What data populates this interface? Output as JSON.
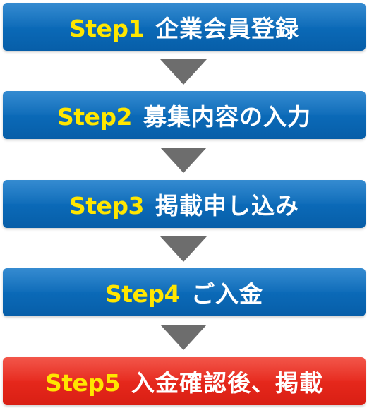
{
  "steps": [
    {
      "number": "Step1",
      "title": "企業会員登録",
      "bg": "#0b6ab8",
      "num_color": "#ffe600"
    },
    {
      "number": "Step2",
      "title": "募集内容の入力",
      "bg": "#0b6ab8",
      "num_color": "#ffe600"
    },
    {
      "number": "Step3",
      "title": "掲載申し込み",
      "bg": "#0b6ab8",
      "num_color": "#ffe600"
    },
    {
      "number": "Step4",
      "title": "ご入金",
      "bg": "#0b6ab8",
      "num_color": "#ffe600"
    },
    {
      "number": "Step5",
      "title": "入金確認後、掲載",
      "bg": "#e6281c",
      "num_color": "#ffe600"
    }
  ],
  "arrow_color": "#6d6d6d"
}
